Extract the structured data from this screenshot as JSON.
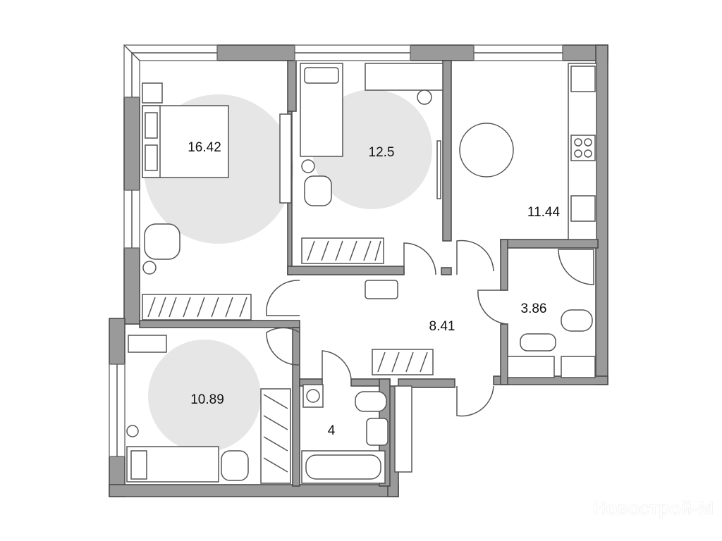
{
  "rooms": [
    {
      "name": "bedroom-1",
      "area": "16.42"
    },
    {
      "name": "bedroom-2",
      "area": "12.5"
    },
    {
      "name": "kitchen",
      "area": "11.44"
    },
    {
      "name": "bathroom-small",
      "area": "3.86"
    },
    {
      "name": "hallway",
      "area": "8.41"
    },
    {
      "name": "bedroom-3",
      "area": "10.89"
    },
    {
      "name": "bathroom",
      "area": "4"
    }
  ],
  "watermark": "Новострой-М",
  "colors": {
    "wall": "#9a9a9a",
    "zone": "#e6e6e6",
    "line": "#555555"
  }
}
